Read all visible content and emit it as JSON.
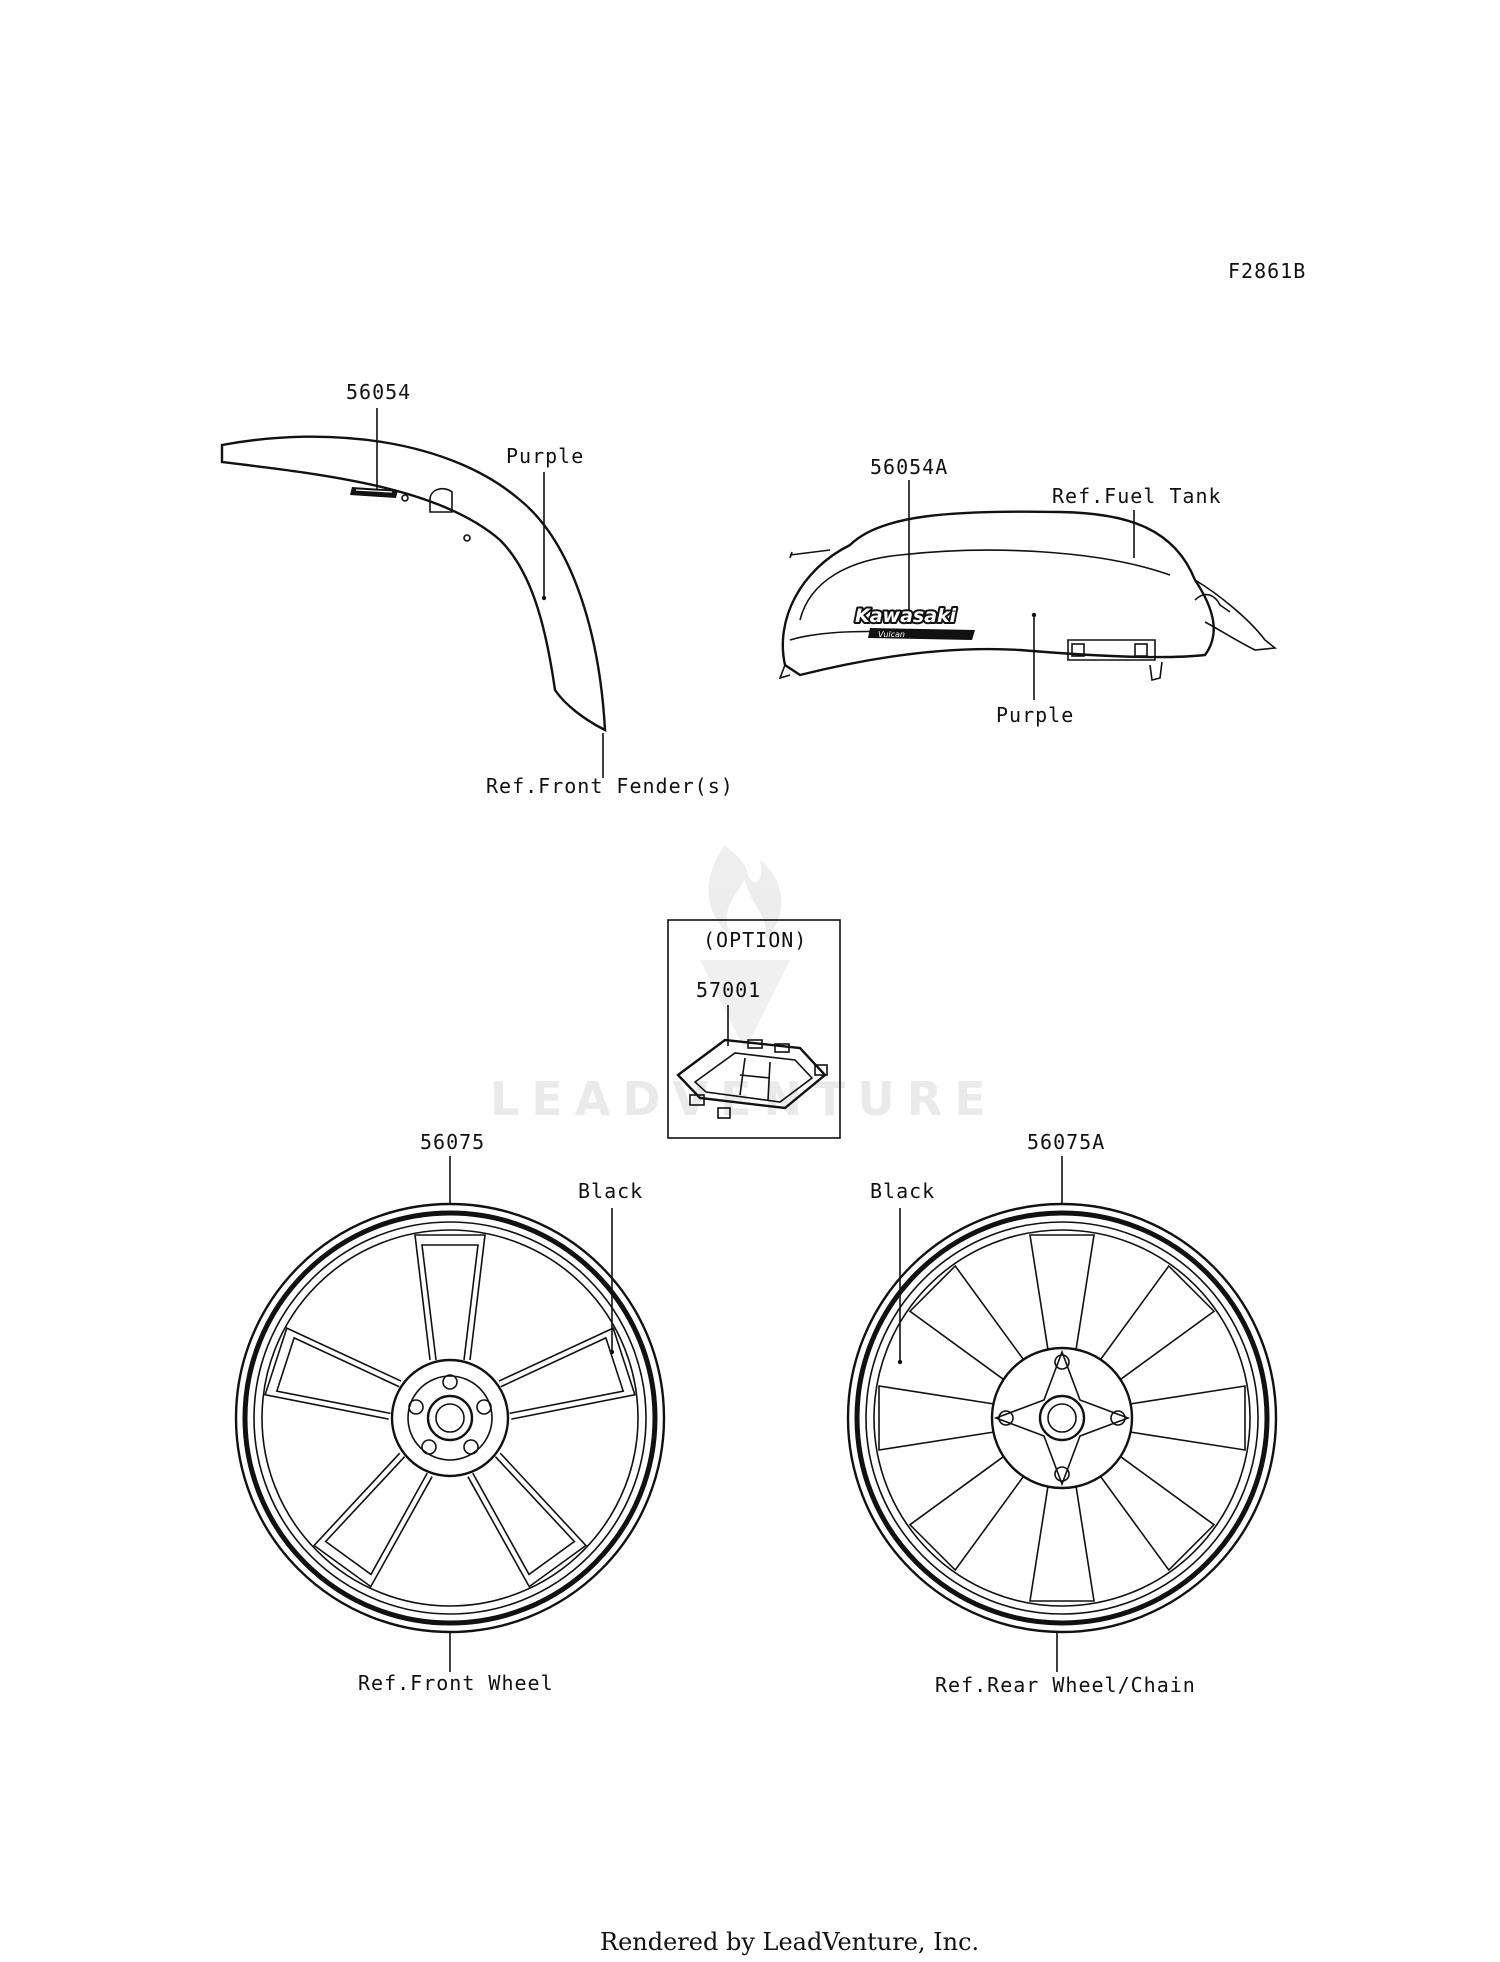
{
  "diagram": {
    "code": "F2861B",
    "footer": "Rendered by LeadVenture, Inc.",
    "watermark": "LEADVENTURE",
    "parts": {
      "fender_decal": "56054",
      "tank_decal": "56054A",
      "option_part": "57001",
      "front_wheel_decal": "56075",
      "rear_wheel_decal": "56075A"
    },
    "labels": {
      "fender_color": "Purple",
      "tank_color": "Purple",
      "fuel_tank_ref": "Ref.Fuel Tank",
      "front_fender_ref": "Ref.Front Fender(s)",
      "option": "(OPTION)",
      "front_wheel_color": "Black",
      "rear_wheel_color": "Black",
      "front_wheel_ref": "Ref.Front Wheel",
      "rear_wheel_ref": "Ref.Rear Wheel/Chain"
    },
    "decal_text": {
      "brand": "Kawasaki",
      "model": "Vulcan"
    }
  }
}
